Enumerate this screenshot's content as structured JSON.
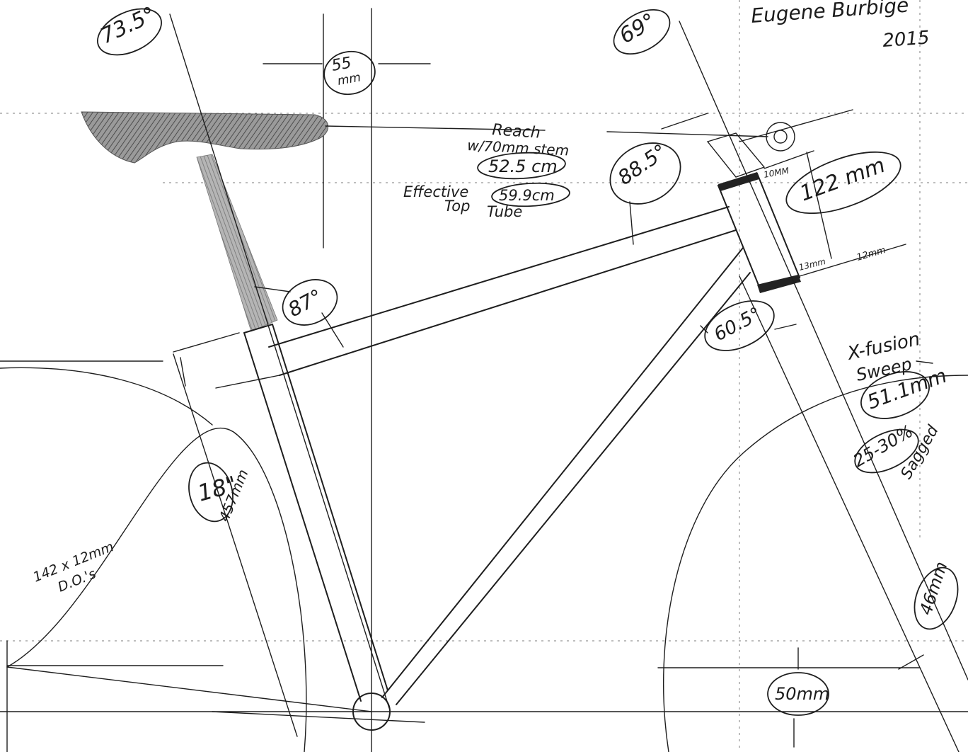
{
  "author": {
    "name": "Eugene Burbige",
    "year": "2015"
  },
  "angles": {
    "seat_tube": "73.5°",
    "head_tube": "69°",
    "top_tube_head": "88.5°",
    "seat_top": "87°",
    "head_down": "60.5°"
  },
  "dimensions": {
    "setback": {
      "value": "55",
      "unit": "mm"
    },
    "reach_label": "Reach",
    "reach_stem": "w/70mm stem",
    "reach_value": "52.5 cm",
    "ett_label_1": "Effective",
    "ett_label_2": "Top",
    "ett_label_3": "Tube",
    "ett_value": "59.9cm",
    "stack_spacer": "10MM",
    "head_tube_length": "122 mm",
    "lower_cup": "13mm",
    "lower_cup_2": "12mm",
    "seat_tube_in": "18\"",
    "seat_tube_mm": "457mm",
    "axle": "142 x 12mm",
    "axle_note": "D.O.'s",
    "bb_drop": "50mm",
    "fork_offset": "46mm"
  },
  "fork": {
    "model": "X-fusion",
    "name": "Sweep",
    "travel": "51.1mm",
    "sag": "25-30%",
    "sag_label": "Sagged"
  },
  "colors": {
    "ink": "#1e1e1e",
    "pencil_shade": "#6e6e6e",
    "paper": "#ffffff",
    "rule": "#7c7c7c"
  }
}
